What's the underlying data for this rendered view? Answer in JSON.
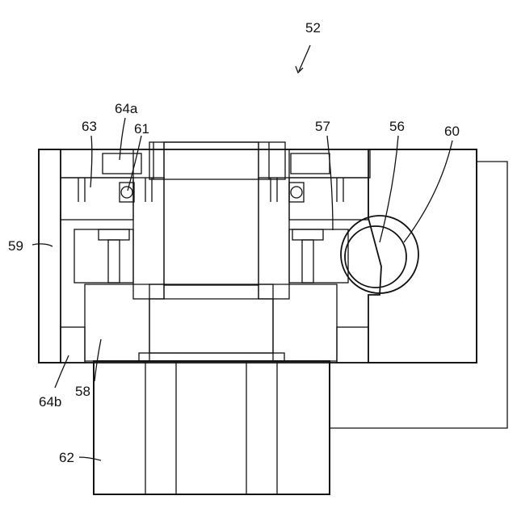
{
  "figure": {
    "reference_number": "52",
    "labels": {
      "l64a": "64a",
      "l63": "63",
      "l61": "61",
      "l57": "57",
      "l56": "56",
      "l60": "60",
      "l59": "59",
      "l64b": "64b",
      "l58": "58",
      "l62": "62"
    }
  }
}
